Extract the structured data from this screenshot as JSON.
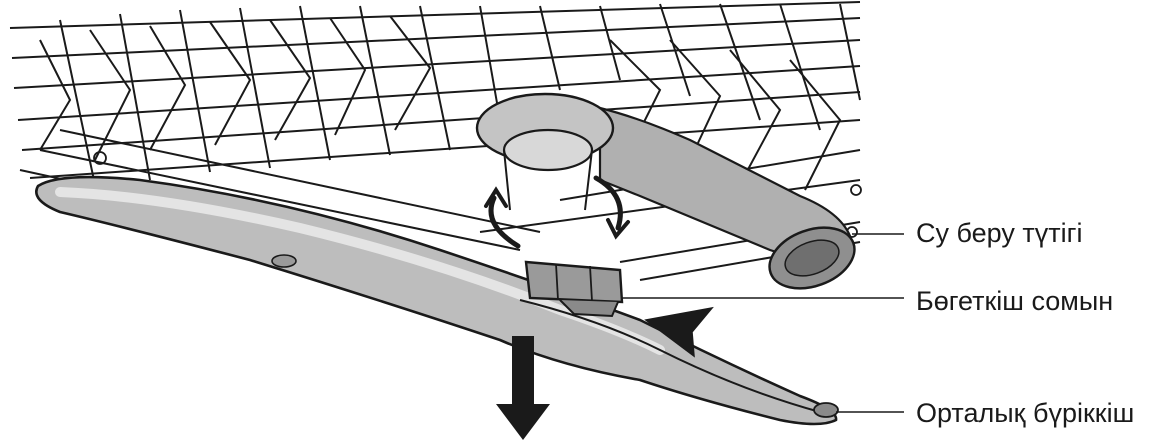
{
  "callouts": {
    "supply_tube": "Су беру түтігі",
    "lock_nut": "Бөгеткіш сомын",
    "center_spray_arm": "Орталық бүріккіш"
  },
  "colors": {
    "line": "#1a1a1a",
    "arm_fill": "#b9b9b9",
    "arm_light": "#d6d6d6",
    "tube_fill": "#a8a8a8",
    "nut_fill": "#9a9a9a",
    "background": "#ffffff"
  },
  "icons": {
    "rotation": "rotate-arrows-icon",
    "pull_down": "arrow-down-icon",
    "pointer": "arrowhead-icon"
  }
}
